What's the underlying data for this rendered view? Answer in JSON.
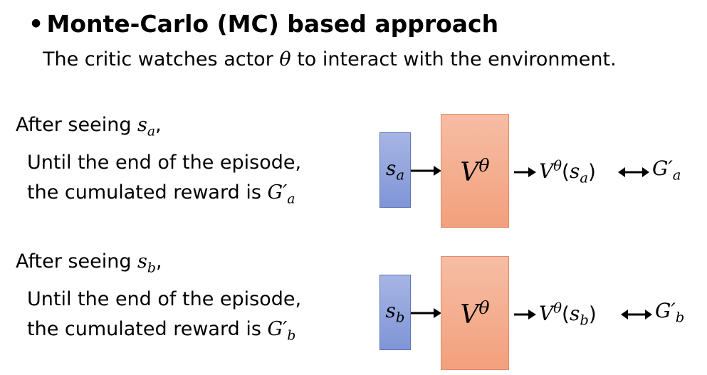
{
  "heading": {
    "bullet": "•",
    "title": "Monte-Carlo (MC) based approach"
  },
  "subtitle": {
    "before": "The critic watches actor ",
    "theta": "θ",
    "after": " to interact with the environment."
  },
  "rows": [
    {
      "after_text": "After seeing ",
      "state_sym": "s",
      "state_sub": "a",
      "comma": ",",
      "line1": "Until the end of the episode,",
      "line2": "the cumulated reward is ",
      "reward_sym": "G",
      "reward_prime": "′",
      "reward_sub": "a",
      "v_label": "V",
      "v_sup": "θ",
      "output_open": "(",
      "output_close": ")"
    },
    {
      "after_text": "After seeing ",
      "state_sym": "s",
      "state_sub": "b",
      "comma": ",",
      "line1": "Until the end of the episode,",
      "line2": "the cumulated reward is ",
      "reward_sym": "G",
      "reward_prime": "′",
      "reward_sub": "b",
      "v_label": "V",
      "v_sup": "θ",
      "output_open": "(",
      "output_close": ")"
    }
  ],
  "colors": {
    "state_box": "#8fa2dc",
    "v_box": "#f5ac8a"
  }
}
